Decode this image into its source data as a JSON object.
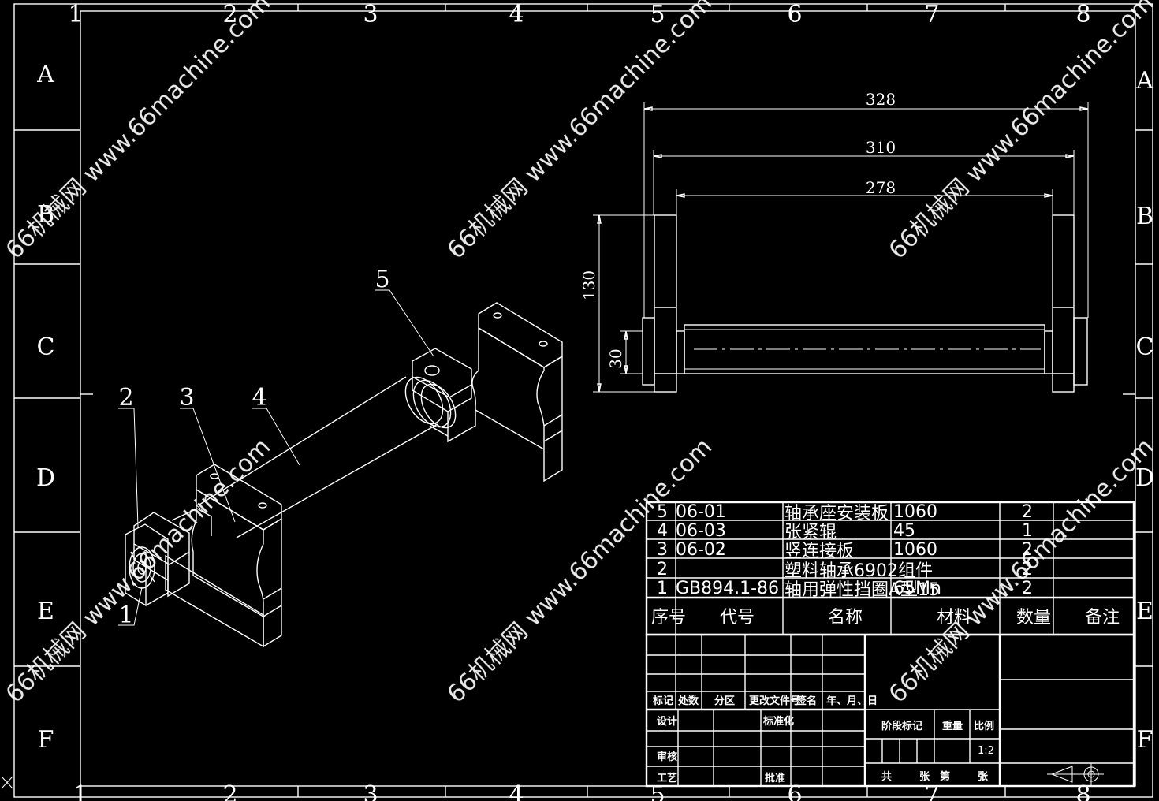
{
  "zones": {
    "columns": [
      "1",
      "2",
      "3",
      "4",
      "5",
      "6",
      "7",
      "8"
    ],
    "rows": [
      "A",
      "B",
      "C",
      "D",
      "E",
      "F"
    ]
  },
  "dimensions": {
    "overall": "328",
    "middle": "310",
    "inner": "278",
    "height": "130",
    "small": "30"
  },
  "balloons": [
    "1",
    "2",
    "3",
    "4",
    "5"
  ],
  "bom": {
    "rows": [
      {
        "num": "5",
        "code": "06-01",
        "name": "轴承座安装板",
        "material": "1060",
        "qty": "2",
        "note": ""
      },
      {
        "num": "4",
        "code": "06-03",
        "name": "张紧辊",
        "material": "45",
        "qty": "1",
        "note": ""
      },
      {
        "num": "3",
        "code": "06-02",
        "name": "竖连接板",
        "material": "1060",
        "qty": "2",
        "note": ""
      },
      {
        "num": "2",
        "code": "",
        "name": "塑料轴承6902组件",
        "material": "",
        "qty": "2",
        "note": ""
      },
      {
        "num": "1",
        "code": "GB894.1-86",
        "name": "轴用弹性挡圈A型15",
        "material": "65Mn",
        "qty": "2",
        "note": ""
      }
    ],
    "header": {
      "num": "序号",
      "code": "代号",
      "name": "名称",
      "material": "材料",
      "qty": "数量",
      "note": "备注"
    }
  },
  "title_block": {
    "mark": "标记",
    "count": "处数",
    "zone": "分区",
    "doc": "更改文件号",
    "sign": "签名",
    "date": "年、月、日",
    "design": "设计",
    "standard": "标准化",
    "stage": "阶段标记",
    "weight": "重量",
    "scale": "比例",
    "scale_value": "1:2",
    "review": "审核",
    "process": "工艺",
    "approve": "批准",
    "total": "共",
    "sheets1": "张",
    "sheet_no": "第",
    "sheets2": "张"
  },
  "watermark": "66机械网 www.66machine.com"
}
